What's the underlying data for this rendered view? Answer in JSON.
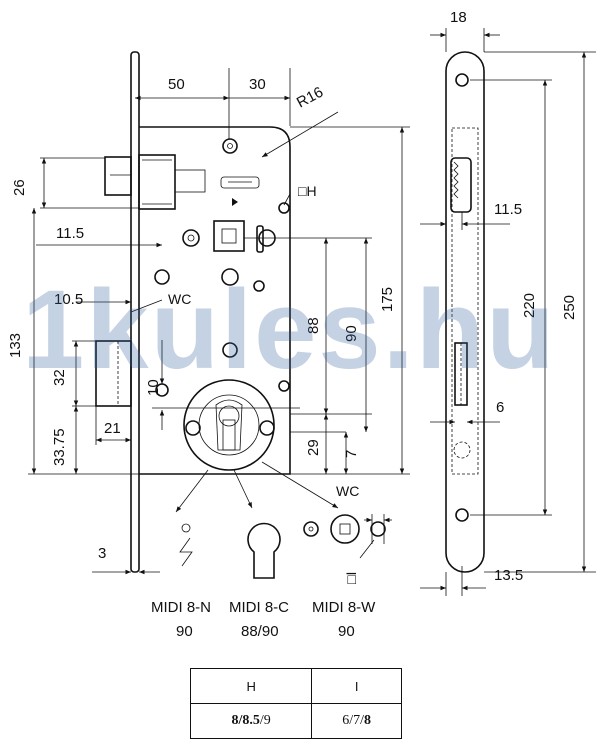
{
  "watermark": "1kules.hu",
  "dimensions": {
    "d18": "18",
    "d50": "50",
    "d30": "30",
    "r16": "R16",
    "d26": "26",
    "d11_5_left": "11.5",
    "d10_5": "10.5",
    "wc_top": "WC",
    "d133": "133",
    "d32": "32",
    "d33_75": "33.75",
    "d21": "21",
    "d10": "10",
    "d3": "3",
    "d88": "88",
    "d90": "90",
    "d175": "175",
    "d29": "29",
    "d7": "7",
    "wc_bottom": "WC",
    "sq_h": "□H",
    "d11_5_right": "11.5",
    "d220": "220",
    "d250": "250",
    "d6": "6",
    "d13_5": "13.5",
    "sq_i": "□I"
  },
  "variants": [
    {
      "name": "MIDI 8-N",
      "value": "90"
    },
    {
      "name": "MIDI 8-C",
      "value": "88/90"
    },
    {
      "name": "MIDI 8-W",
      "value": "90"
    }
  ],
  "spec_table": {
    "headers": [
      "H",
      "I"
    ],
    "h_values": {
      "a": "8",
      "sep1": "/",
      "b": "8.5",
      "sep2": "/",
      "c": "9"
    },
    "i_values": {
      "a": "6",
      "sep1": "/",
      "b": "7",
      "sep2": "/",
      "c": "8"
    }
  }
}
